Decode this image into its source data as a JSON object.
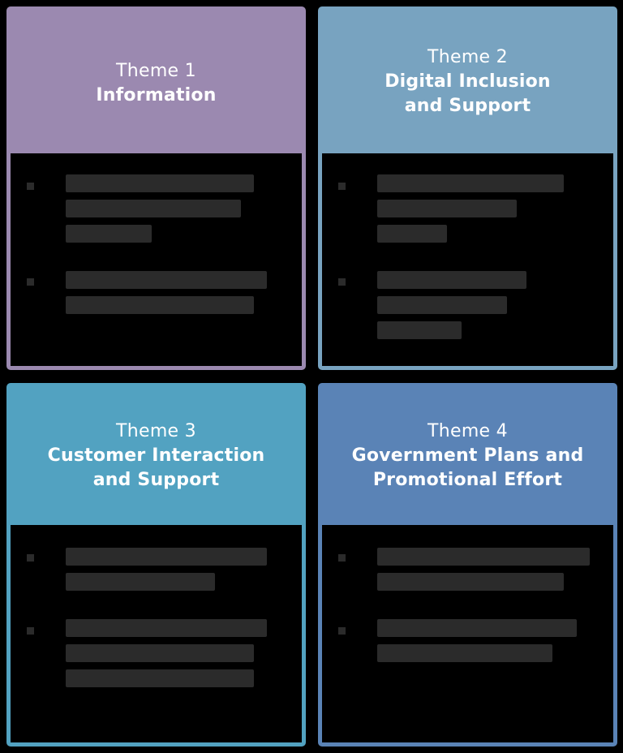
{
  "themes": [
    {
      "number_label": "Theme 1",
      "title": "Information",
      "color": "#9b89b0"
    },
    {
      "number_label": "Theme 2",
      "title": "Digital Inclusion\nand Support",
      "color": "#78a3c0"
    },
    {
      "number_label": "Theme 3",
      "title": "Customer Interaction\nand Support",
      "color": "#52a2c1"
    },
    {
      "number_label": "Theme 4",
      "title": "Government Plans and\nPromotional Effort",
      "color": "#5a83b6"
    }
  ],
  "colors": {
    "background": "#000000",
    "redacted_text": "#2b2b2b"
  },
  "icons": [
    "square-bullet-icon"
  ]
}
